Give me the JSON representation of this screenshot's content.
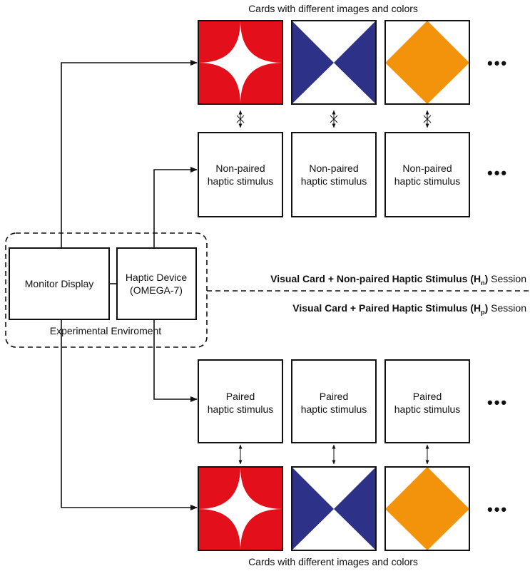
{
  "colors": {
    "red": "#e3101b",
    "navy": "#2d3187",
    "orange": "#f2930b",
    "line": "#111111"
  },
  "top_caption": "Cards with different images and colors",
  "bottom_caption": "Cards with different images and colors",
  "non_paired": {
    "line1": "Non-paired",
    "line2": "haptic stimulus"
  },
  "paired": {
    "line1": "Paired",
    "line2": "haptic stimulus"
  },
  "monitor_label": "Monitor Display",
  "haptic_device": {
    "line1": "Haptic Device",
    "line2": "(OMEGA-7)"
  },
  "environment_label": "Experimental Enviroment",
  "session_hn": {
    "bold": "Visual Card + Non-paired Haptic Stimulus (H",
    "sub": "n",
    "close": ")",
    "suffix": " Session"
  },
  "session_hp": {
    "bold": "Visual Card + Paired Haptic Stimulus (H",
    "sub": "p",
    "close": ")",
    "suffix": " Session"
  },
  "ellipsis": "•••",
  "card_icons": [
    "star-card-icon",
    "bowtie-card-icon",
    "diamond-card-icon"
  ]
}
